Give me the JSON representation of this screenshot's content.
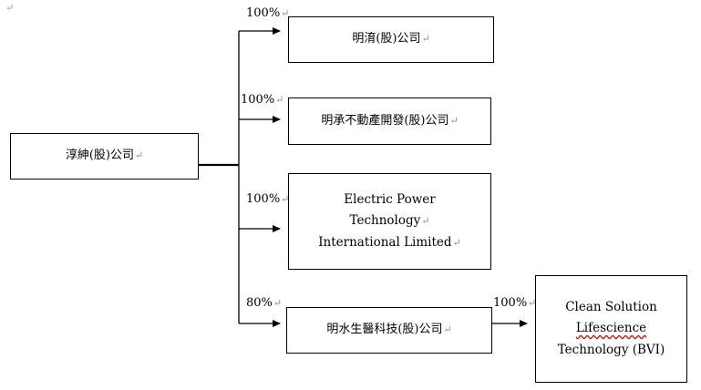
{
  "diagram": {
    "corner_mark": "↵",
    "parent": {
      "label": "淳紳(股)公司"
    },
    "children": [
      {
        "label": "明淯(股)公司",
        "ownership": "100%"
      },
      {
        "label": "明承不動產開發(股)公司",
        "ownership": "100%"
      },
      {
        "label_lines": [
          "Electric Power",
          "Technology",
          "International Limited"
        ],
        "ownership": "100%"
      },
      {
        "label": "明水生醫科技(股)公司",
        "ownership": "80%"
      }
    ],
    "grandchild": {
      "label_lines": [
        "Clean Solution",
        "Lifescience",
        "Technology (BVI)"
      ],
      "ownership": "100%"
    },
    "return_mark": "↵"
  }
}
